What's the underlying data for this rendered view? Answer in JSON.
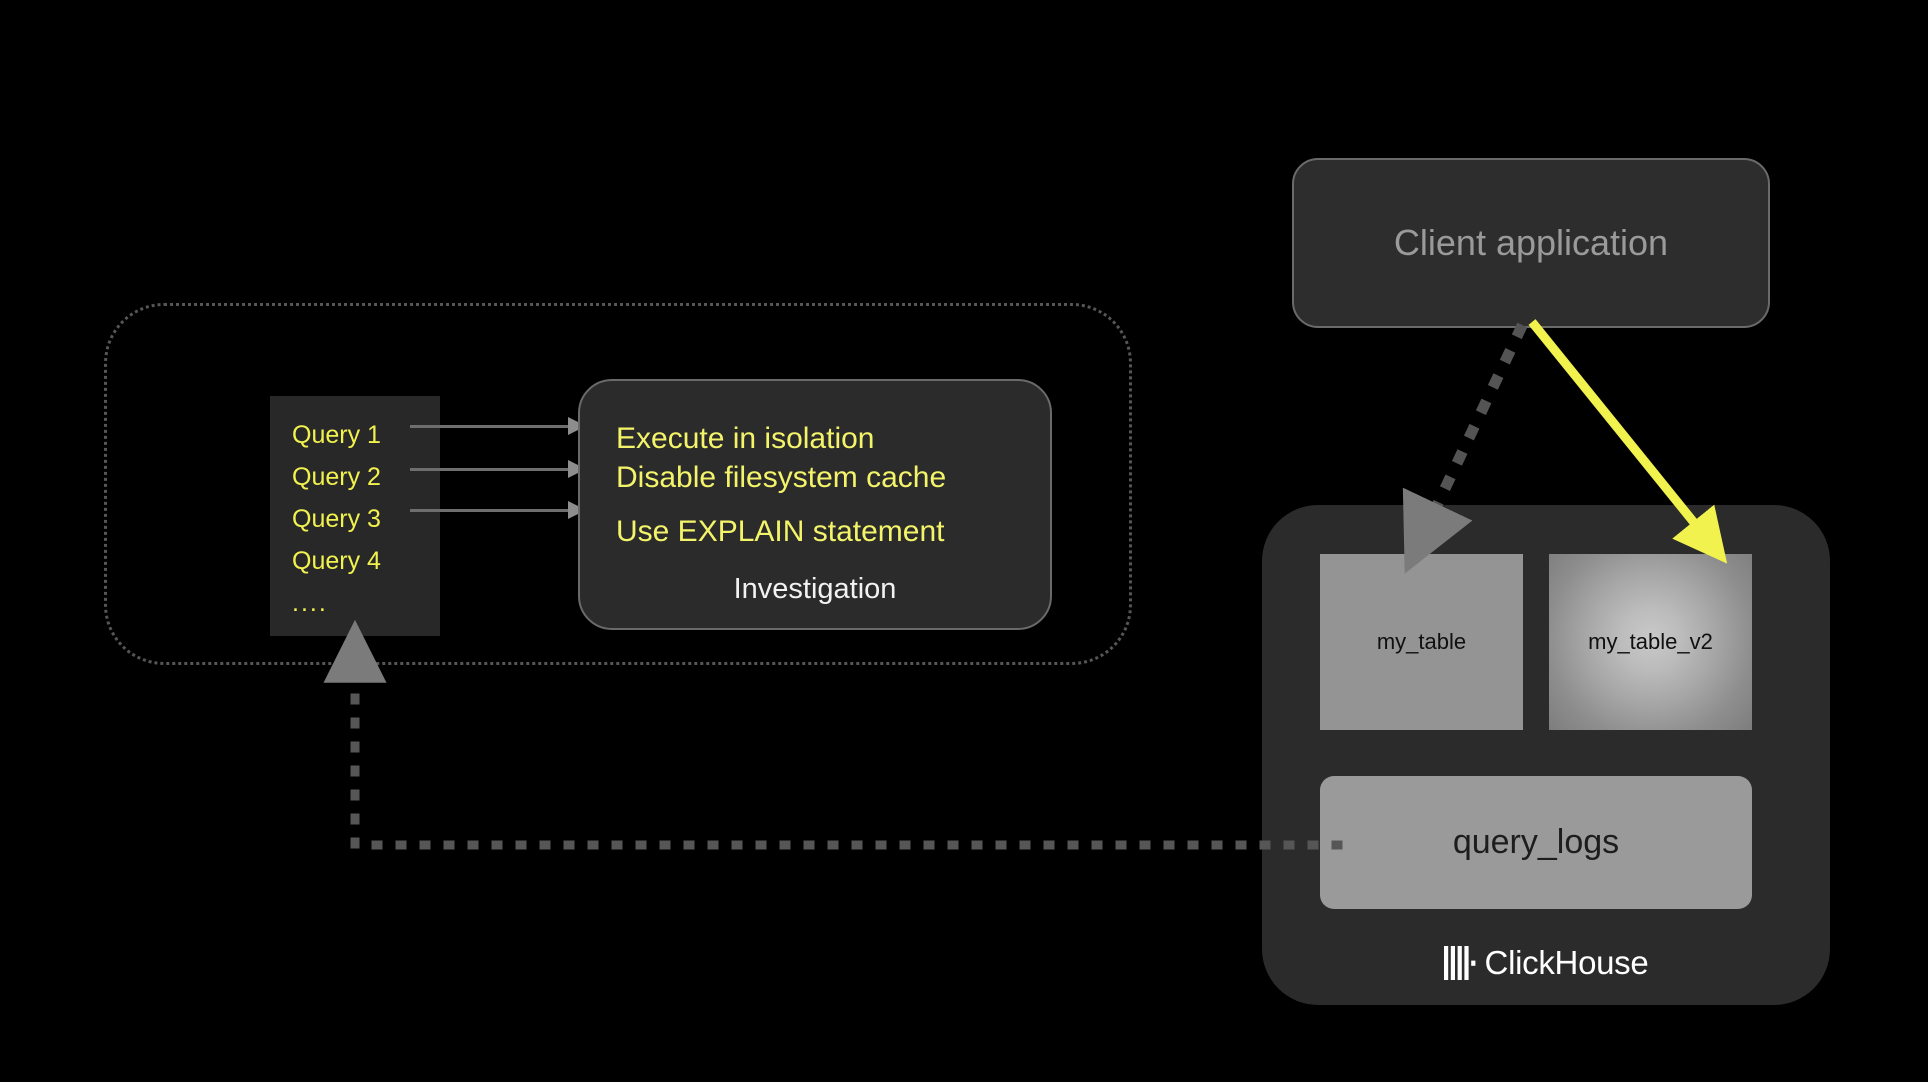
{
  "diagram": {
    "title": "ClickHouse query investigation flow",
    "colors": {
      "background": "#000000",
      "panel": "#2b2b2b",
      "query_text": "#f2f24f",
      "investigation_text": "#f4f46a",
      "table_fill": "#949494",
      "highlight_arrow": "#f2f24f",
      "muted_arrow": "#6e6e6e",
      "dotted_border": "#565656"
    }
  },
  "query_panel": {
    "items": [
      {
        "label": "Query 1"
      },
      {
        "label": "Query 2"
      },
      {
        "label": "Query 3"
      },
      {
        "label": "Query 4"
      }
    ],
    "ellipsis": "...."
  },
  "investigation": {
    "lines": [
      "Execute in isolation",
      "Disable filesystem cache",
      "Use EXPLAIN statement"
    ],
    "caption": "Investigation"
  },
  "client": {
    "label": "Client application"
  },
  "clickhouse": {
    "tables": [
      {
        "name": "my_table",
        "style": "plain"
      },
      {
        "name": "my_table_v2",
        "style": "glow"
      }
    ],
    "logs": {
      "name": "query_logs"
    },
    "logo": {
      "text": "ClickHouse",
      "mark": "clickhouse-bars-icon"
    }
  },
  "connectors": {
    "query_to_investigation": [
      {
        "name": "query-1-arrow"
      },
      {
        "name": "query-2-arrow"
      },
      {
        "name": "query-3-arrow"
      }
    ],
    "client_to_my_table": {
      "name": "client-to-my-table-dotted-arrow",
      "style": "dotted"
    },
    "client_to_my_table_v2": {
      "name": "client-to-my-table-v2-arrow",
      "style": "solid-highlight"
    },
    "query_logs_to_query_panel": {
      "name": "query-logs-feedback-dotted-arrow",
      "style": "dotted"
    }
  }
}
